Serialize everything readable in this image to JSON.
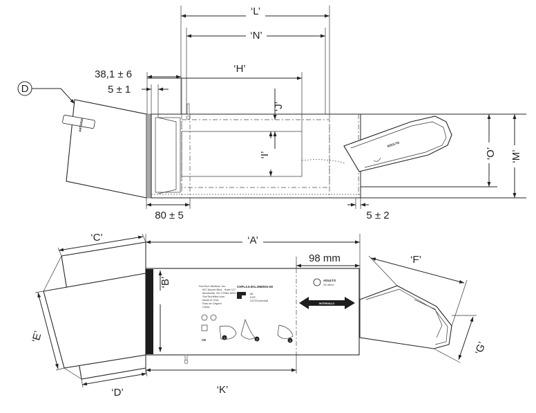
{
  "dimensions": {
    "L": "‘L’",
    "N": "‘N’",
    "H": "‘H’",
    "J": "‘J’",
    "I": "‘I’",
    "O": "‘O’",
    "M": "‘M’",
    "A": "‘A’",
    "B": "‘B’",
    "C": "‘C’",
    "D": "‘D’",
    "E": "‘E’",
    "F": "‘F’",
    "G": "‘G’",
    "K": "‘K’"
  },
  "tolerances": {
    "t1": "38,1 ± 6",
    "t2": "5 ± 1",
    "t3": "80 ± 5",
    "t4": "5 ± 2",
    "t5": "98 mm"
  },
  "callout": {
    "letter": "D"
  },
  "labels": {
    "artery": "ARTERIA",
    "adult_rot": "ADULTO",
    "adult": "ADULTO",
    "size": "25-35cm",
    "interval": "INTERVALO",
    "model": "CHPL3.5.001.25B/001-50",
    "company_lines": [
      "SunTech Medical, Inc.",
      "507 Airport Blvd., Suite 117",
      "Morrisville, NC 27560-8200",
      "SunTechMed.com",
      "Made in USA",
      "País de Origem",
      "China"
    ],
    "right_small": [
      "ML",
      "KXE",
      "DOT/Universal"
    ],
    "steps": [
      "1",
      "2",
      "3"
    ]
  }
}
